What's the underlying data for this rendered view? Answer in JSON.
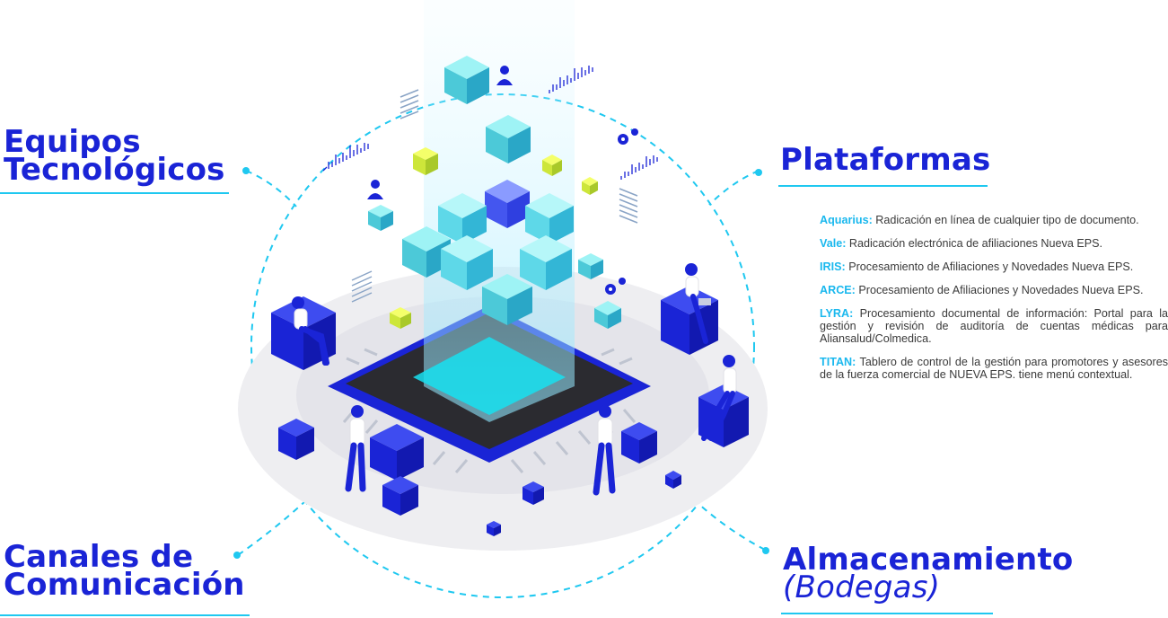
{
  "sections": {
    "equipos": {
      "line1": "Equipos",
      "line2": "Tecnológicos"
    },
    "plataformas": {
      "title": "Plataformas"
    },
    "canales": {
      "line1": "Canales de",
      "line2": "Comunicación"
    },
    "almacenamiento": {
      "line1": "Almacenamiento",
      "line2": "(Bodegas)"
    }
  },
  "platforms": [
    {
      "name": "Aquarius:",
      "description": "Radicación en línea de cualquier tipo de documento."
    },
    {
      "name": "Vale:",
      "description": "Radicación electrónica de afiliaciones Nueva EPS."
    },
    {
      "name": "IRIS:",
      "description": "Procesamiento de Afiliaciones y Novedades Nueva EPS."
    },
    {
      "name": "ARCE:",
      "description": "Procesamiento de Afiliaciones y Novedades Nueva EPS."
    },
    {
      "name": "LYRA:",
      "description": "Procesamiento documental de información: Portal para la gestión y revisión de auditoría de cuentas médicas para Aliansalud/Colmedica."
    },
    {
      "name": "TITAN:",
      "description": "Tablero de control de la gestión para promotores y asesores de la fuerza comercial de NUEVA EPS. tiene menú contextual."
    }
  ],
  "colors": {
    "title_blue": "#1a24d6",
    "accent_cyan": "#1fc8f0",
    "platform_name": "#1ab8ee",
    "body_text": "#3a3a3a"
  },
  "icons": [
    "chip-icon",
    "cube-icon",
    "person-icon",
    "gear-icon",
    "document-icon",
    "waveform-icon"
  ]
}
